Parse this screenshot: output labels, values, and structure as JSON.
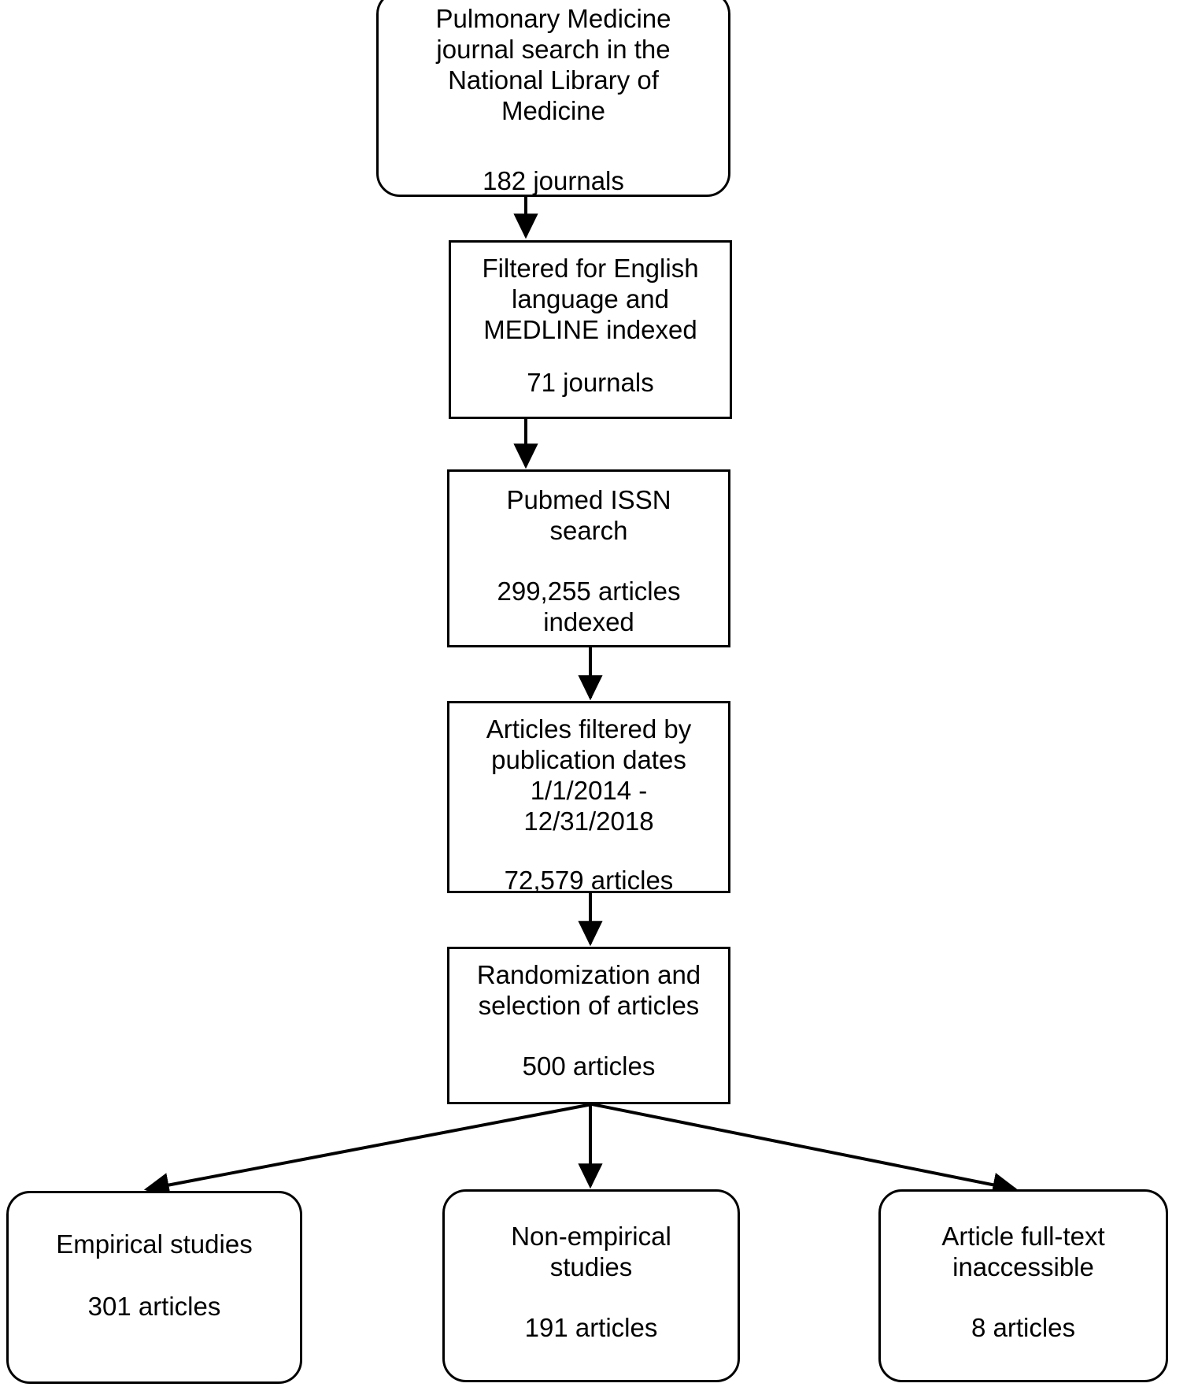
{
  "diagram": {
    "title": "Article selection flow diagram",
    "type": "flowchart",
    "orientation": "top-to-bottom",
    "stroke_color": "#000000",
    "fill_color": "#ffffff",
    "nodes": [
      {
        "id": "journal-search",
        "shape": "rounded-rectangle",
        "title": "Pulmonary Medicine\njournal search in the\nNational Library of\nMedicine",
        "count": "182 journals"
      },
      {
        "id": "language-filter",
        "shape": "rectangle",
        "title": "Filtered for English\nlanguage and\nMEDLINE indexed",
        "count": "71 journals"
      },
      {
        "id": "issn-search",
        "shape": "rectangle",
        "title": "Pubmed ISSN\nsearch",
        "count": "299,255 articles\nindexed"
      },
      {
        "id": "date-filter",
        "shape": "rectangle",
        "title": "Articles filtered by\npublication dates\n1/1/2014 -\n12/31/2018",
        "count": "72,579 articles"
      },
      {
        "id": "randomization",
        "shape": "rectangle",
        "title": "Randomization and\nselection of articles",
        "count": "500 articles"
      },
      {
        "id": "empirical",
        "shape": "rounded-rectangle",
        "title": "Empirical studies",
        "count": "301 articles"
      },
      {
        "id": "non-empirical",
        "shape": "rounded-rectangle",
        "title": "Non-empirical\nstudies",
        "count": "191 articles"
      },
      {
        "id": "inaccessible",
        "shape": "rounded-rectangle",
        "title": "Article full-text\ninaccessible",
        "count": "8 articles"
      }
    ],
    "edges": [
      {
        "from": "journal-search",
        "to": "language-filter",
        "style": "straight-arrow"
      },
      {
        "from": "language-filter",
        "to": "issn-search",
        "style": "straight-arrow"
      },
      {
        "from": "issn-search",
        "to": "date-filter",
        "style": "straight-arrow"
      },
      {
        "from": "date-filter",
        "to": "randomization",
        "style": "straight-arrow"
      },
      {
        "from": "randomization",
        "to": "empirical",
        "style": "diagonal-arrow"
      },
      {
        "from": "randomization",
        "to": "non-empirical",
        "style": "straight-arrow"
      },
      {
        "from": "randomization",
        "to": "inaccessible",
        "style": "diagonal-arrow"
      }
    ]
  }
}
